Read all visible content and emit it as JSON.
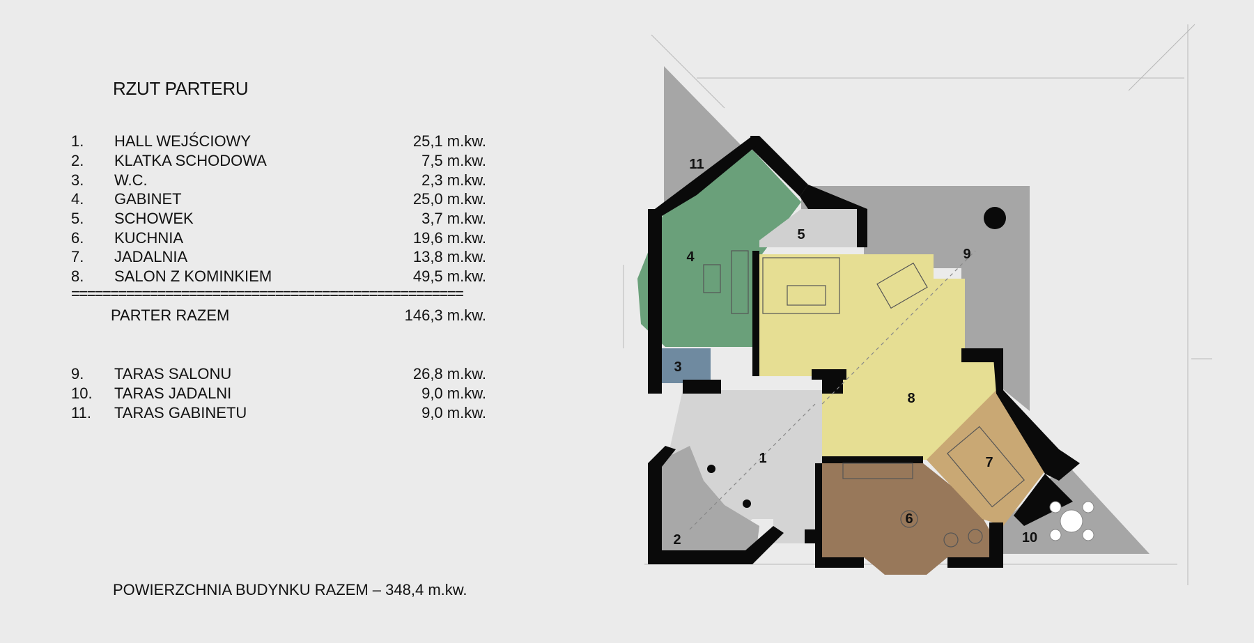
{
  "title": "RZUT PARTERU",
  "rooms": [
    {
      "num": "1.",
      "name": "HALL WEJŚCIOWY",
      "area": "25,1 m.kw."
    },
    {
      "num": "2.",
      "name": "KLATKA SCHODOWA",
      "area": "7,5 m.kw."
    },
    {
      "num": "3.",
      "name": "W.C.",
      "area": "2,3 m.kw."
    },
    {
      "num": "4.",
      "name": "GABINET",
      "area": "25,0 m.kw."
    },
    {
      "num": "5.",
      "name": "SCHOWEK",
      "area": "3,7 m.kw."
    },
    {
      "num": "6.",
      "name": "KUCHNIA",
      "area": "19,6 m.kw."
    },
    {
      "num": "7.",
      "name": "JADALNIA",
      "area": "13,8 m.kw."
    },
    {
      "num": "8.",
      "name": "SALON Z KOMINKIEM",
      "area": "49,5 m.kw."
    }
  ],
  "separator": "==================================================",
  "total": {
    "name": "PARTER RAZEM",
    "area": "146,3 m.kw."
  },
  "terraces": [
    {
      "num": "9.",
      "name": "TARAS SALONU",
      "area": "26,8 m.kw."
    },
    {
      "num": "10.",
      "name": "TARAS JADALNI",
      "area": "9,0 m.kw."
    },
    {
      "num": "11.",
      "name": "TARAS GABINETU",
      "area": "9,0 m.kw."
    }
  ],
  "footer": "POWIERZCHNIA BUDYNKU RAZEM – 348,4 m.kw.",
  "plan_labels": {
    "r1": "1",
    "r2": "2",
    "r3": "3",
    "r4": "4",
    "r5": "5",
    "r6": "6",
    "r7": "7",
    "r8": "8",
    "r9": "9",
    "r10": "10",
    "r11": "11"
  },
  "colors": {
    "background": "#ebebeb",
    "terrace": "#a6a6a6",
    "wall": "#0a0a0a",
    "hall": "#d3d3d3",
    "office": "#6aa07a",
    "wc": "#6f8aa0",
    "salon": "#e6de93",
    "kitchen": "#98785a",
    "dining": "#c9a874"
  }
}
